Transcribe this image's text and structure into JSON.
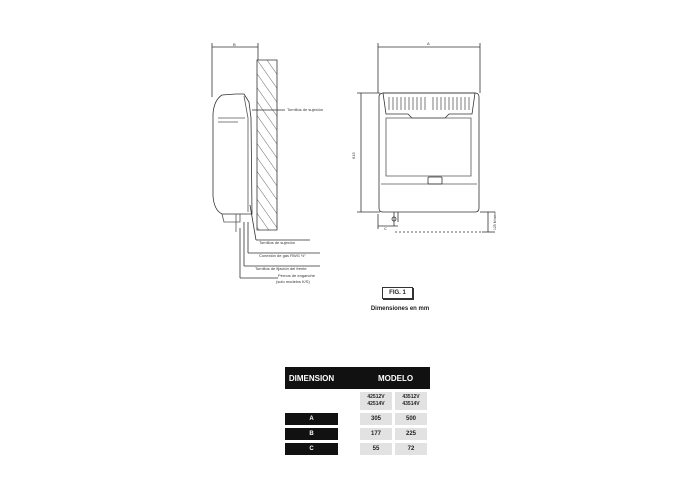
{
  "diagram": {
    "dims": {
      "a": "A",
      "b": "B",
      "c": "C",
      "height": "615",
      "min": "125 Mínimo"
    },
    "callouts": {
      "top": "Tornillos de sujeción",
      "c1": "Tornillos de sujeción",
      "c2": "Conexión de gas RWG ½\"",
      "c3": "Tornillos de fijación del frente",
      "c4a": "Pernos de enganche",
      "c4b": "(solo modelos K/S)"
    },
    "fig_label": "FIG. 1",
    "caption": "Dimensiones en mm"
  },
  "table": {
    "header_dimension": "DIMENSION",
    "header_modelo": "MODELO",
    "models": [
      {
        "line1": "42512V",
        "line2": "42514V"
      },
      {
        "line1": "43512V",
        "line2": "43514V"
      }
    ],
    "rows": [
      {
        "label": "A",
        "v1": "305",
        "v2": "500"
      },
      {
        "label": "B",
        "v1": "177",
        "v2": "225"
      },
      {
        "label": "C",
        "v1": "55",
        "v2": "72"
      }
    ]
  }
}
